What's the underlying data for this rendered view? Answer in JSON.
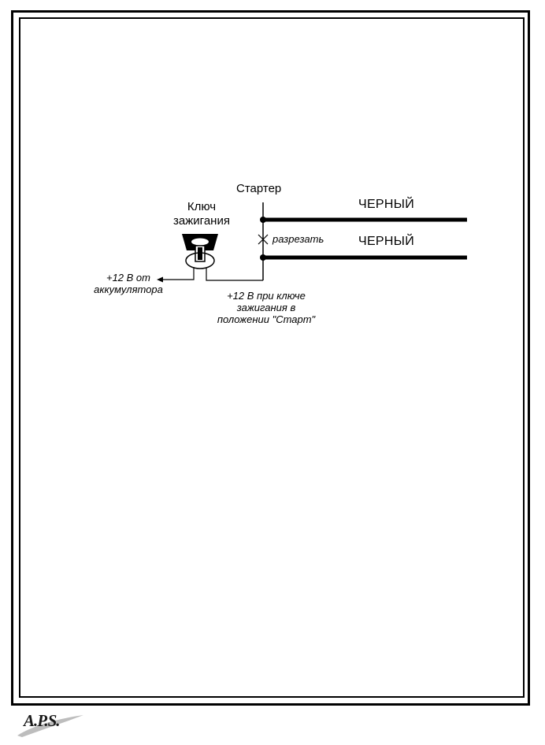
{
  "diagram": {
    "starter_label": "Стартер",
    "ignition_label_lines": [
      "Ключ",
      "зажигания"
    ],
    "wire_top_label": "ЧЕРНЫЙ",
    "wire_bottom_label": "ЧЕРНЫЙ",
    "cut_label": "разрезать",
    "battery_label_lines": [
      "+12 В от",
      "аккумулятора"
    ],
    "start_label_lines": [
      "+12 В при ключе",
      "зажигания в",
      "положении \"Старт\""
    ]
  },
  "footer": {
    "logo_text": "A.P.S."
  }
}
